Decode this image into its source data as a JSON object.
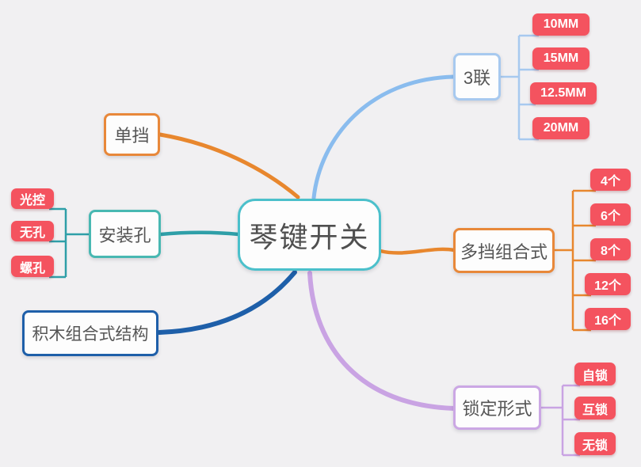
{
  "center": {
    "label": "琴键开关",
    "border_color": "#4bc0cb"
  },
  "branches": {
    "dandang": {
      "label": "单挡",
      "color": "#e8872e"
    },
    "anzhuangkong": {
      "label": "安装孔",
      "color": "#2f9fa8",
      "children": [
        "光控",
        "无孔",
        "螺孔"
      ]
    },
    "jimu": {
      "label": "积木组合式结构",
      "color": "#1e5fa9"
    },
    "sanlian": {
      "label": "3联",
      "color": "#8abcee",
      "children": [
        "10MM",
        "15MM",
        "12.5MM",
        "20MM"
      ]
    },
    "duodang": {
      "label": "多挡组合式",
      "color": "#e8872e",
      "children": [
        "4个",
        "6个",
        "8个",
        "12个",
        "16个"
      ]
    },
    "suoding": {
      "label": "锁定形式",
      "color": "#c9a3e3",
      "children": [
        "自锁",
        "互锁",
        "无锁"
      ]
    }
  },
  "badge_color": "#f4535f",
  "background_color": "#f1f0f2"
}
